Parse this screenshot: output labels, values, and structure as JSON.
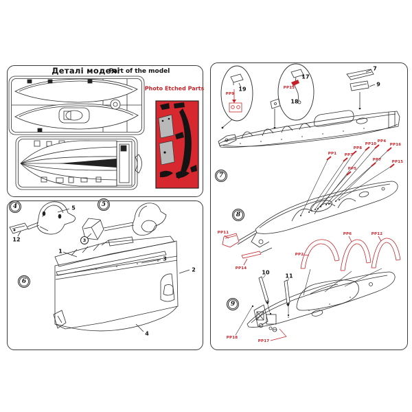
{
  "colors": {
    "accent_red": "#c42127",
    "pe_panel_red": "#d7282f",
    "line": "#2b2b2b",
    "part_gray": "#b9b9b9",
    "paper": "#ffffff"
  },
  "left_top_panel": {
    "title_ua": "Деталі моделі",
    "title_en": "Part of the model",
    "pe_heading": "Photo Etched Parts"
  },
  "steps": {
    "s4": {
      "badge": "4",
      "labels": {
        "p5": "5",
        "p12": "12"
      }
    },
    "s5": {
      "badge": "5",
      "labels": {
        "p3": "3"
      }
    },
    "s6": {
      "badge": "6",
      "labels": {
        "p1": "1",
        "p3": "3",
        "p2": "2",
        "p4": "4"
      }
    },
    "s7": {
      "badge": "7",
      "labels": {
        "p19": "19",
        "p17": "17",
        "p18": "18",
        "p7": "7",
        "p9": "9"
      },
      "pe_labels": {
        "pp9": "PP9",
        "pp13": "PP13"
      }
    },
    "s8": {
      "badge": "8",
      "pe_labels": {
        "pp1": "PP1",
        "pp3": "PP3",
        "pp8": "PP8",
        "pp10": "PP10",
        "pp4": "PP4",
        "pp16": "PP16",
        "pp5": "PP5",
        "pp7": "PP7",
        "pp15": "PP15",
        "pp11": "PP11",
        "pp14": "PP14",
        "pp2": "PP2",
        "pp6": "PP6",
        "pp12": "PP12"
      }
    },
    "s9": {
      "badge": "9",
      "labels": {
        "p10": "10",
        "p11": "11"
      },
      "pe_labels": {
        "pp18": "PP18",
        "pp17": "PP17"
      }
    }
  }
}
